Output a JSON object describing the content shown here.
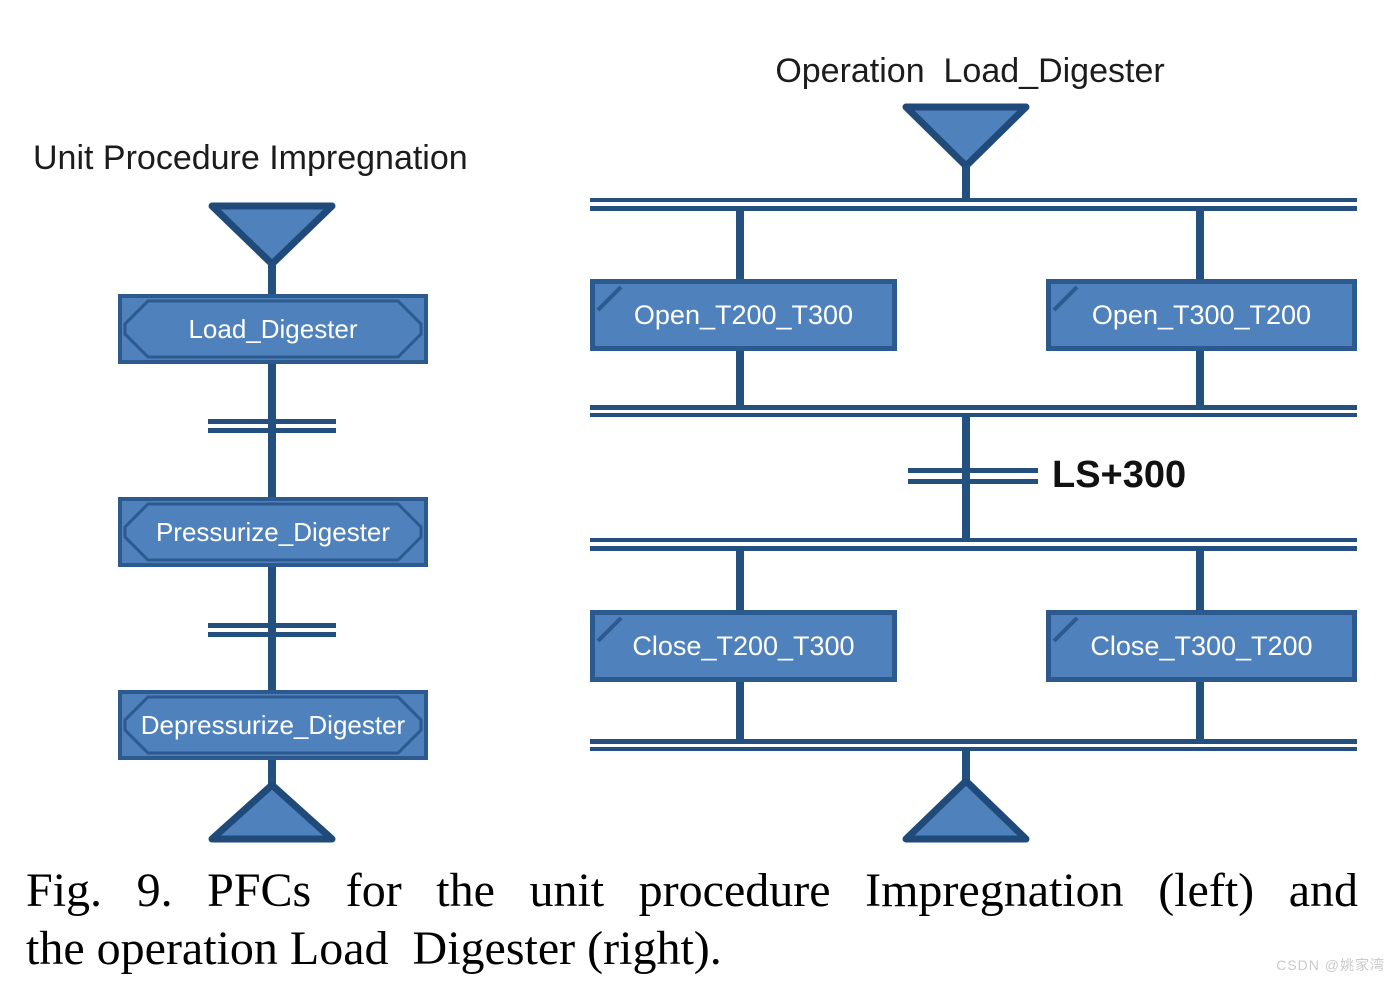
{
  "figure": {
    "left": {
      "title": "Unit Procedure Impregnation",
      "steps": [
        {
          "label": "Load_Digester"
        },
        {
          "label": "Pressurize_Digester"
        },
        {
          "label": "Depressurize_Digester"
        }
      ]
    },
    "right": {
      "title": "Operation  Load_Digester",
      "branches_open": [
        {
          "label": "Open_T200_T300"
        },
        {
          "label": "Open_T300_T200"
        }
      ],
      "transition_label": "LS+300",
      "branches_close": [
        {
          "label": "Close_T200_T300"
        },
        {
          "label": "Close_T300_T200"
        }
      ]
    },
    "caption": {
      "line1": "Fig. 9. PFCs for the unit procedure Impregnation (left) and",
      "line2": "the operation Load  Digester (right)."
    },
    "watermark": "CSDN @姚家湾",
    "colors": {
      "box_fill": "#4f81bd",
      "box_border": "#2d5a8e",
      "connector_line": "#24507f",
      "title_text": "#1c1c1c",
      "box_text": "#ffffff",
      "watermark_text": "#c9c9c9"
    }
  }
}
